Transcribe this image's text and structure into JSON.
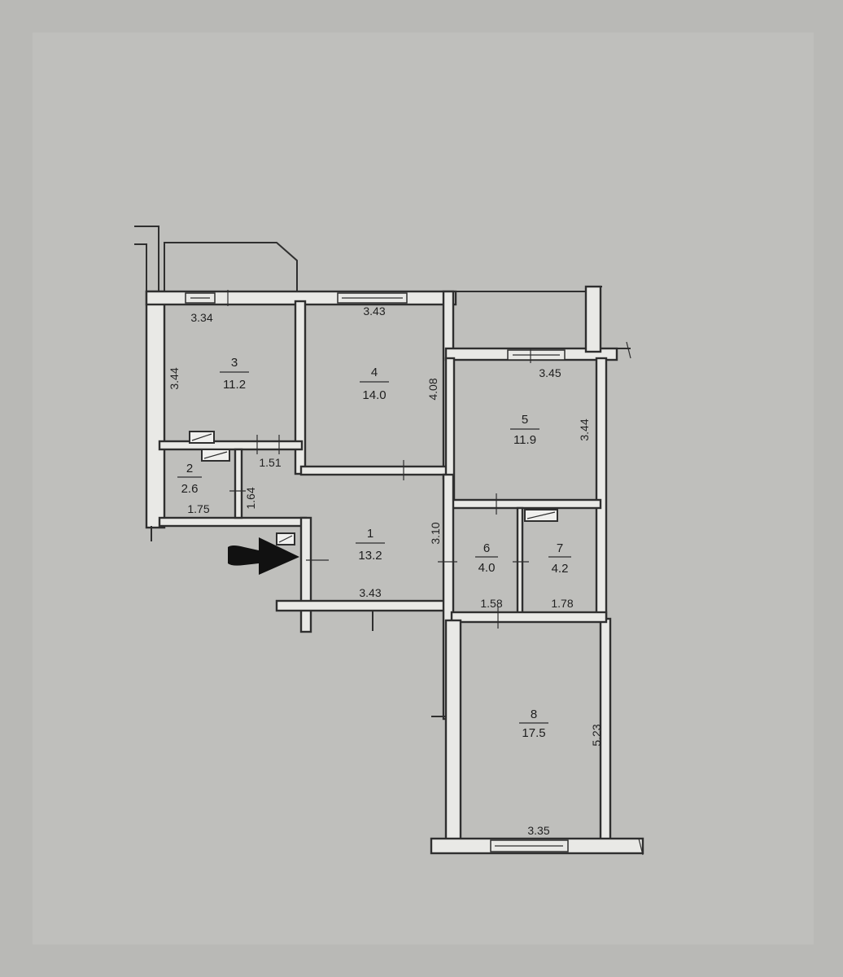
{
  "rooms": [
    {
      "id": "1",
      "area": "13.2"
    },
    {
      "id": "2",
      "area": "2.6"
    },
    {
      "id": "3",
      "area": "11.2"
    },
    {
      "id": "4",
      "area": "14.0"
    },
    {
      "id": "5",
      "area": "11.9"
    },
    {
      "id": "6",
      "area": "4.0"
    },
    {
      "id": "7",
      "area": "4.2"
    },
    {
      "id": "8",
      "area": "17.5"
    }
  ],
  "dimensions": {
    "r3_width": "3.34",
    "r3_height": "3.44",
    "r4_width": "3.43",
    "r4_height": "4.08",
    "r5_width": "3.45",
    "r5_height": "3.44",
    "r2_width": "1.75",
    "r2_height": "1.64",
    "hall_width": "1.51",
    "r1_width": "3.43",
    "r1_height": "3.10",
    "r6_width": "1.58",
    "r7_width": "1.78",
    "r8_width": "3.35",
    "r8_height": "5.23"
  },
  "colors": {
    "paper": "#b9b9b6",
    "wall_fill": "#e9e9e6",
    "ink": "#2f2f2f"
  },
  "icons": [
    "entrance-arrow-icon",
    "ventilation-duct-icon"
  ]
}
